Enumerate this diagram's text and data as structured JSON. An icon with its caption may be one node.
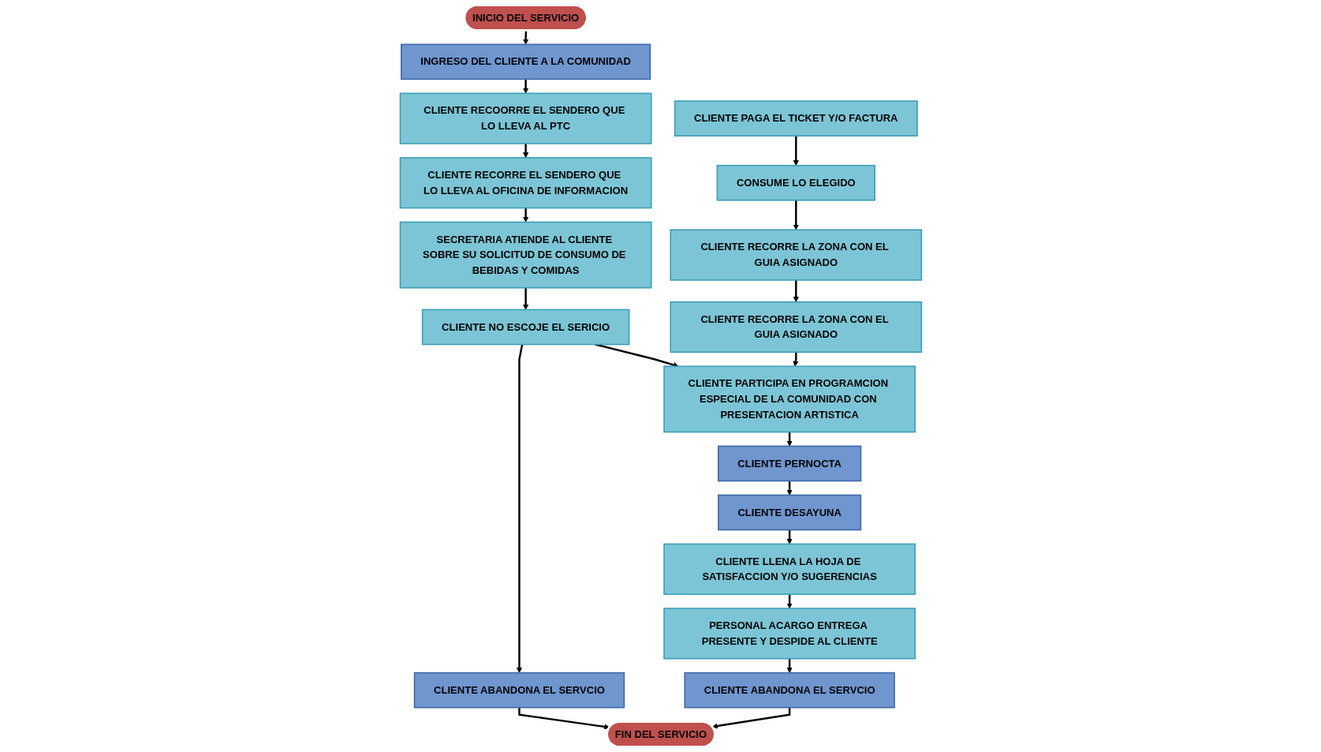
{
  "diagram": {
    "nodes": [
      {
        "text": [
          "INICIO DEL SERVICIO"
        ]
      },
      {
        "text": [
          "INGRESO DEL CLIENTE A LA COMUNIDAD"
        ]
      },
      {
        "text": [
          "CLIENTE RECOORRE EL SENDERO QUE LO LLEVA AL PTC"
        ]
      },
      {
        "text": [
          "CLIENTE RECORRE EL SENDERO QUE LO LLEVA AL OFICINA DE INFORMACION"
        ]
      },
      {
        "text": [
          "SECRETARIA ATIENDE AL CLIENTE SOBRE SU SOLICITUD DE CONSUMO DE BEBIDAS Y COMIDAS"
        ]
      },
      {
        "text": [
          "CLIENTE NO ESCOJE EL SERICIO"
        ]
      },
      {
        "text": [
          "CLIENTE ABANDONA EL SERVCIO"
        ]
      },
      {
        "text": [
          "CLIENTE PARTICIPA EN PROGRAMCION ESPECIAL DE LA COMUNIDAD CON PRESENTACION ARTISTICA"
        ]
      },
      {
        "text": [
          "CLIENTE RECORRE LA ZONA CON EL GUIA ASIGNADO"
        ]
      },
      {
        "text": [
          "CLIENTE RECORRE LA ZONA CON EL GUIA ASIGNADO"
        ]
      },
      {
        "text": [
          "CONSUME LO ELEGIDO"
        ]
      },
      {
        "text": [
          "CLIENTE PAGA EL TICKET Y/O FACTURA"
        ]
      },
      {
        "text": [
          "CLIENTE PERNOCTA"
        ]
      },
      {
        "text": [
          "CLIENTE DESAYUNA"
        ]
      },
      {
        "text": [
          "CLIENTE LLENA LA HOJA DE SATISFACCION Y/O SUGERENCIAS"
        ]
      },
      {
        "text": [
          "PERSONAL ACARGO ENTREGA PRESENTE Y DESPIDE AL CLIENTE"
        ]
      },
      {
        "text": [
          "CLIENTE ABANDONA EL SERVCIO"
        ]
      },
      {
        "text": [
          "FIN DEL SERVICIO"
        ]
      }
    ],
    "edges": [
      {
        "from": 0,
        "to": 1,
        "arrow": "to"
      },
      {
        "from": 1,
        "to": 2,
        "arrow": "to"
      },
      {
        "from": 2,
        "to": 3,
        "arrow": "to"
      },
      {
        "from": 3,
        "to": 4,
        "arrow": "to"
      },
      {
        "from": 4,
        "to": 5,
        "arrow": "to"
      },
      {
        "from": 5,
        "to": 6,
        "arrow": "to"
      },
      {
        "from": 5,
        "to": 7,
        "arrow": "to"
      },
      {
        "from": 11,
        "to": 10,
        "arrow": "to"
      },
      {
        "from": 10,
        "to": 9,
        "arrow": "to"
      },
      {
        "from": 9,
        "to": 8,
        "arrow": "to"
      },
      {
        "from": 8,
        "to": 7,
        "arrow": "to"
      },
      {
        "from": 7,
        "to": 12,
        "arrow": "to"
      },
      {
        "from": 12,
        "to": 13,
        "arrow": "to"
      },
      {
        "from": 13,
        "to": 14,
        "arrow": "to"
      },
      {
        "from": 14,
        "to": 15,
        "arrow": "to"
      },
      {
        "from": 15,
        "to": 16,
        "arrow": "to"
      },
      {
        "from": 16,
        "to": 17,
        "arrow": "to"
      },
      {
        "from": 6,
        "to": 17,
        "arrow": "to"
      }
    ]
  }
}
